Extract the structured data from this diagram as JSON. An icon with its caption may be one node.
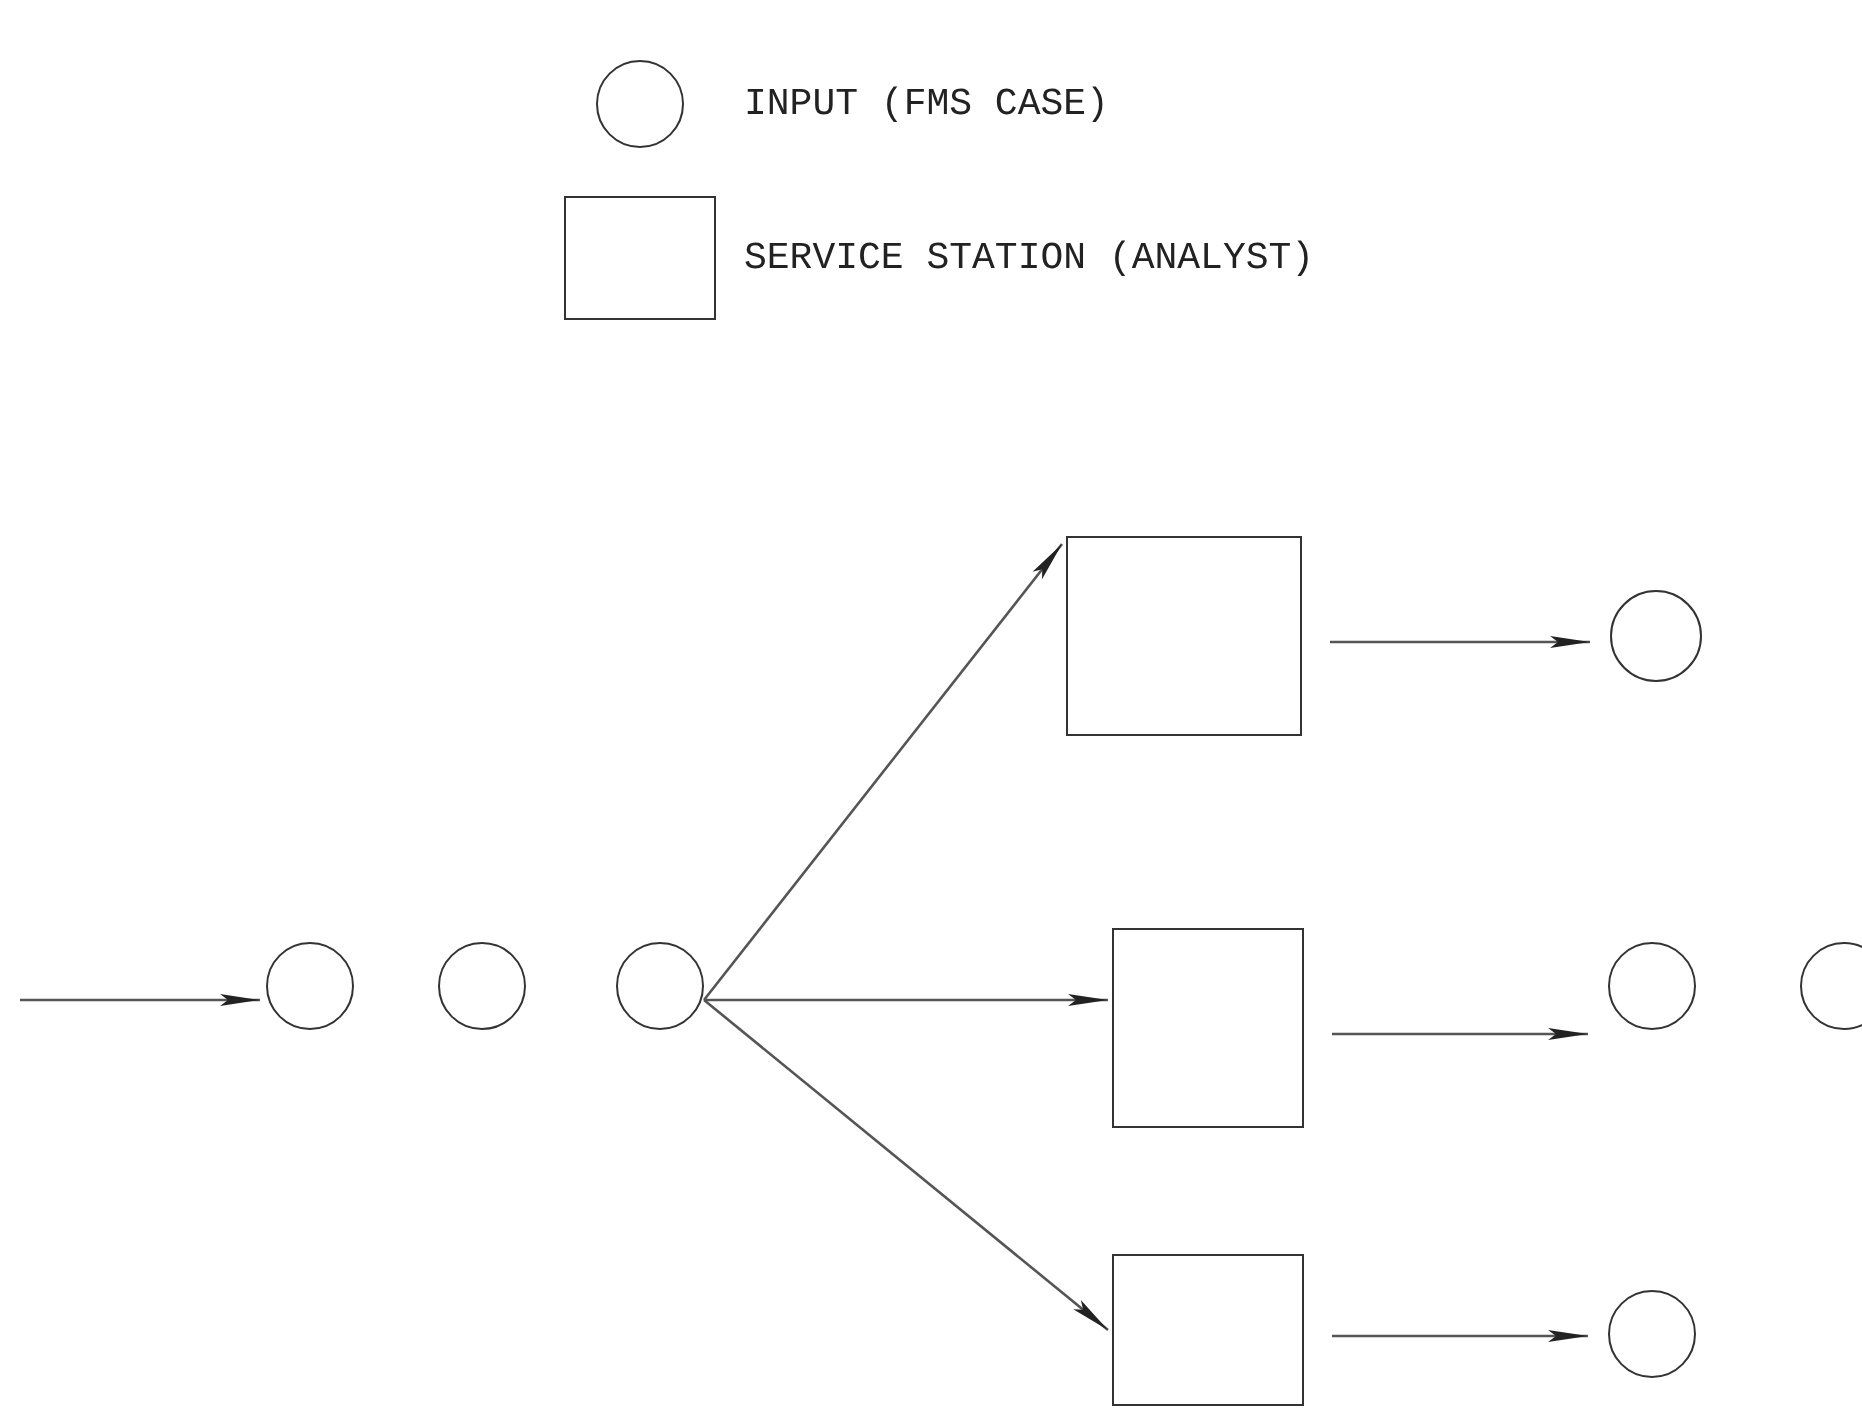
{
  "diagram": {
    "nodes": [
      {
        "text": [],
        "shape": "circle"
      },
      {
        "text": [],
        "shape": "circle"
      },
      {
        "text": [],
        "shape": "circle"
      },
      {
        "text": [],
        "shape": "box"
      },
      {
        "text": [],
        "shape": "box"
      },
      {
        "text": [],
        "shape": "box"
      },
      {
        "text": [],
        "shape": "circle"
      },
      {
        "text": [],
        "shape": "circle"
      },
      {
        "text": [],
        "shape": "circle"
      },
      {
        "text": [],
        "shape": "circle"
      }
    ],
    "edges": [
      {
        "from": null,
        "to": 0,
        "arrow": "to"
      },
      {
        "from": 2,
        "to": 3,
        "arrow": "to"
      },
      {
        "from": 2,
        "to": 4,
        "arrow": "to"
      },
      {
        "from": 2,
        "to": 5,
        "arrow": "to"
      },
      {
        "from": 3,
        "to": 6,
        "arrow": "to"
      },
      {
        "from": 4,
        "to": 7,
        "arrow": "to"
      },
      {
        "from": 5,
        "to": 9,
        "arrow": "to"
      }
    ],
    "legend": [
      {
        "text": "INPUT (FMS CASE)"
      },
      {
        "text": "SERVICE STATION (ANALYST)"
      }
    ]
  }
}
